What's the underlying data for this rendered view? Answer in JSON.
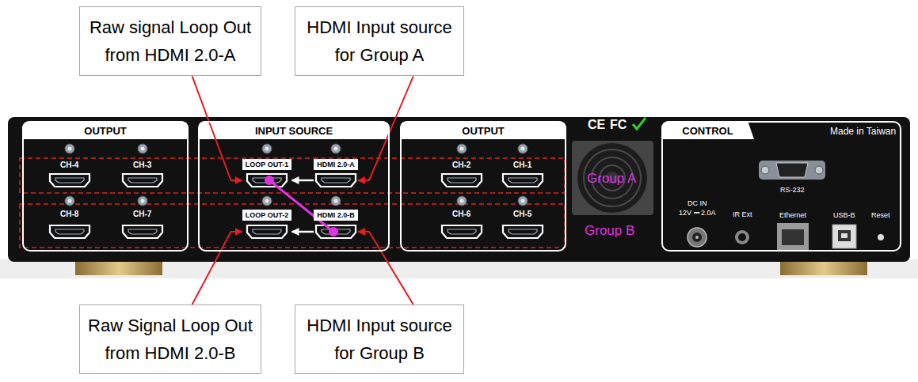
{
  "diagram": {
    "nodes": [
      {
        "text": [
          "Raw signal Loop Out from HDMI 2.0-A"
        ]
      },
      {
        "text": [
          "HDMI Input source for Group A"
        ]
      },
      {
        "text": [
          "OUTPUT"
        ]
      },
      {
        "text": [
          "INPUT SOURCE"
        ]
      },
      {
        "text": [
          "LOOP OUT-1"
        ],
        "in": 3
      },
      {
        "text": [
          "HDMI 2.0-A"
        ],
        "in": 3
      },
      {
        "text": [
          "LOOP OUT-2"
        ],
        "in": 3
      },
      {
        "text": [
          "HDMI 2.0-B"
        ],
        "in": 3
      },
      {
        "text": [
          "OUTPUT"
        ]
      },
      {
        "text": [
          "CONTROL"
        ]
      },
      {
        "text": [
          "Raw Signal Loop Out from HDMI 2.0-B"
        ]
      },
      {
        "text": [
          "HDMI Input source for Group B"
        ]
      }
    ],
    "edges": [
      {
        "from": 0,
        "to": 4,
        "arrow": "to"
      },
      {
        "from": 1,
        "to": 5,
        "arrow": "to"
      },
      {
        "from": 5,
        "to": 4,
        "arrow": "to"
      },
      {
        "from": 7,
        "to": 6,
        "arrow": "to"
      },
      {
        "from": 10,
        "to": 6,
        "arrow": "to"
      },
      {
        "from": 11,
        "to": 7,
        "arrow": "to"
      }
    ],
    "labels": [
      "CH-4",
      "CH-3",
      "CH-8",
      "CH-7",
      "CH-2",
      "CH-1",
      "CH-6",
      "CH-5",
      "CE",
      "FC",
      "Group A",
      "Group B",
      "Made in Taiwan",
      "RS-232",
      "DC IN",
      "12V ⎓ 2.0A",
      "IR Ext",
      "Ethernet",
      "USB-B",
      "Reset"
    ]
  }
}
